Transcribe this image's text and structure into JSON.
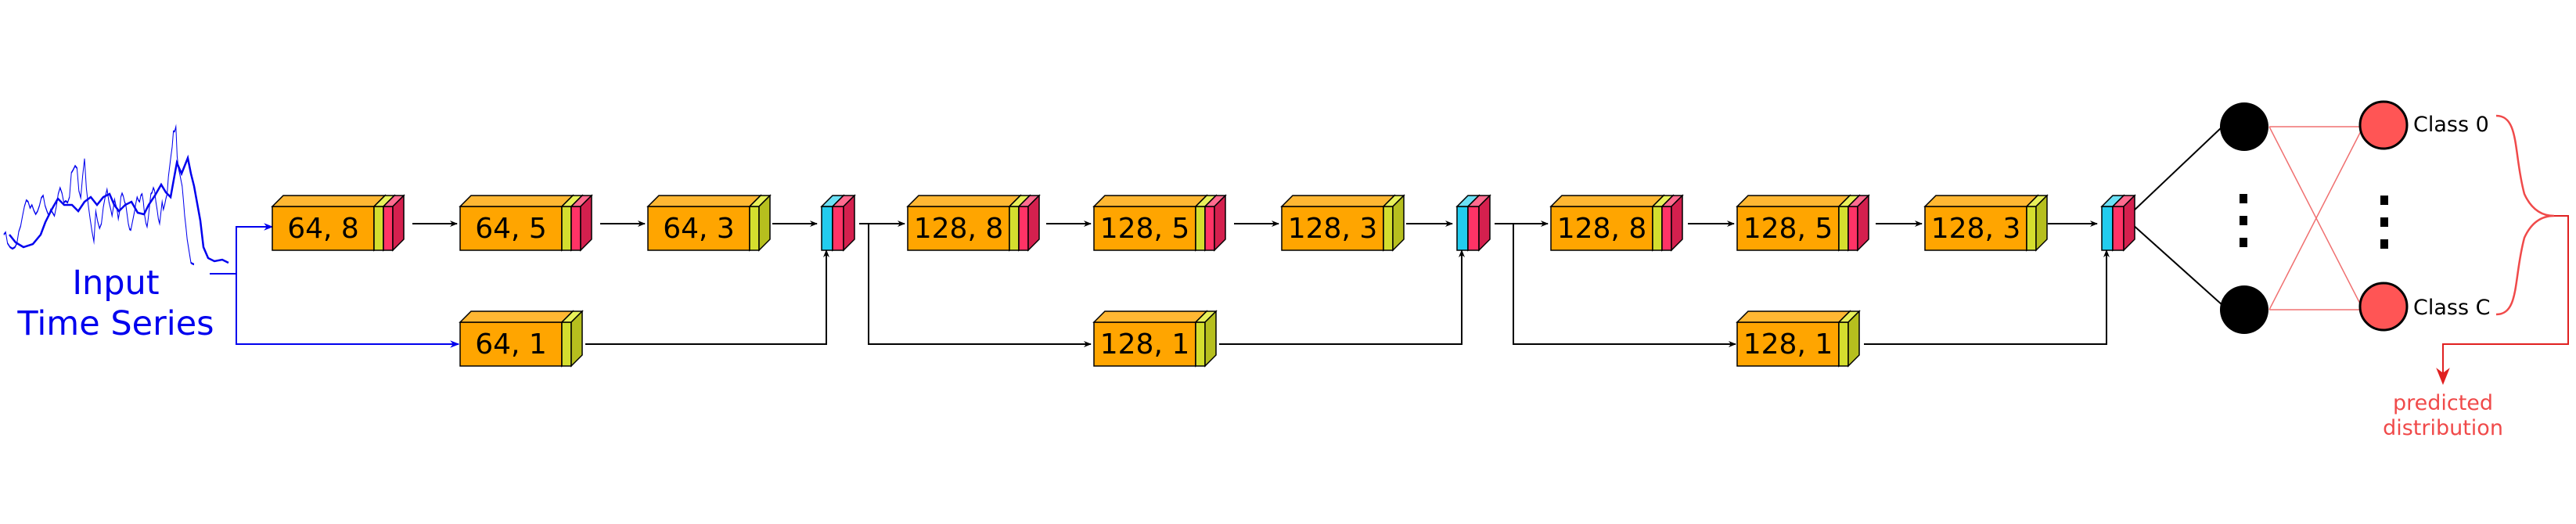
{
  "input_label": {
    "line1": "Input",
    "line2": "Time Series"
  },
  "colors": {
    "conv_front": "#FFA500",
    "conv_top": "#FFB733",
    "conv_right": "#E08C00",
    "bn_front": "#D4DE2E",
    "bn_top": "#E8F05A",
    "bn_right": "#B6BF1E",
    "relu_front": "#FF3366",
    "relu_top": "#FF6B8F",
    "relu_right": "#D4204E",
    "add_front": "#22CCEE",
    "add_top": "#6BE0F5",
    "input_signal": "#0000EE",
    "output_red": "#F04A4A",
    "neuron_red": "#FF5555",
    "line": "#000000"
  },
  "blocks": {
    "b1_conv1": "64, 8",
    "b1_conv2": "64, 5",
    "b1_conv3": "64, 3",
    "b1_shortcut": "64, 1",
    "b2_conv1": "128, 8",
    "b2_conv2": "128, 5",
    "b2_conv3": "128, 3",
    "b2_shortcut": "128, 1",
    "b3_conv1": "128, 8",
    "b3_conv2": "128, 5",
    "b3_conv3": "128, 3",
    "b3_shortcut": "128, 1"
  },
  "output": {
    "class_first": "Class 0",
    "class_last": "Class C",
    "predicted_line1": "predicted",
    "predicted_line2": "distribution"
  }
}
